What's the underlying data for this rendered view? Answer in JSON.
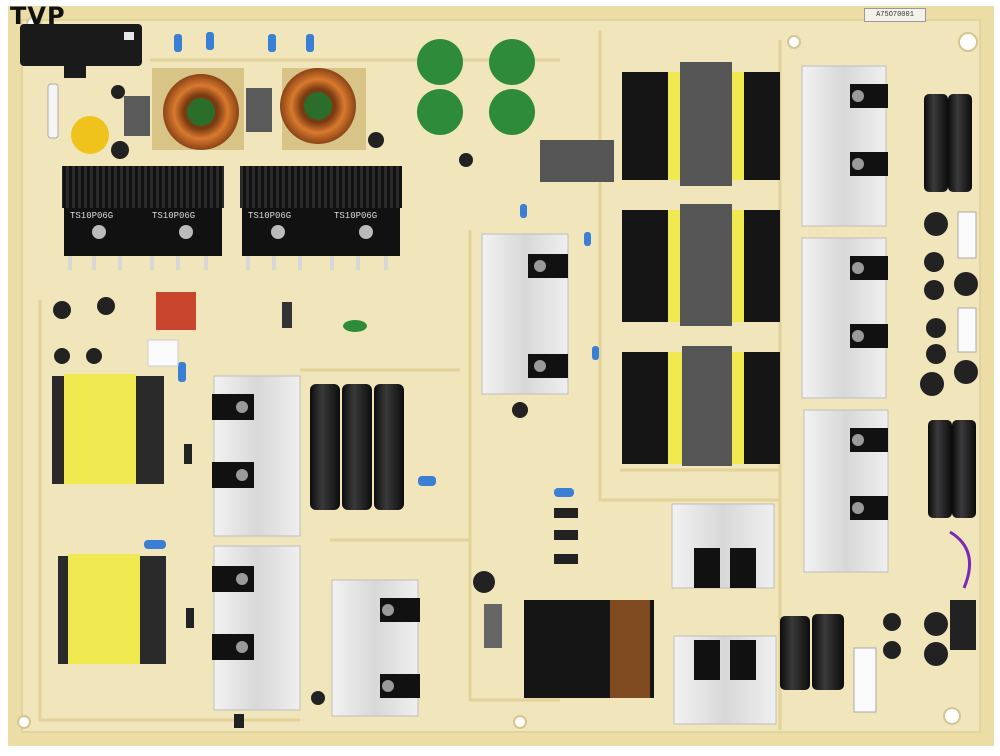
{
  "watermark": "TVP",
  "board_tag": "A75O70001",
  "heatsink_prints": [
    "TS10P06G",
    "TS10P06G",
    "TS10P06G",
    "TS10P06G"
  ],
  "colors": {
    "pcb": "#efe2b0",
    "pcb_light": "#f4ecc8",
    "heatsink": "#e3e3e3",
    "transformer_core": "#222222",
    "transformer_tape": "#eeee55",
    "capacitor": "#1d1d1d",
    "varistor": "#2e8b3a",
    "coil": "#c66a2a"
  },
  "icons": {
    "power-inlet": "power-inlet-icon",
    "varistor": "varistor-icon",
    "common-mode-choke": "choke-coil-icon",
    "transformer": "transformer-icon",
    "heatsink": "heatsink-icon",
    "electrolytic-capacitor": "capacitor-icon",
    "connector": "connector-icon"
  }
}
